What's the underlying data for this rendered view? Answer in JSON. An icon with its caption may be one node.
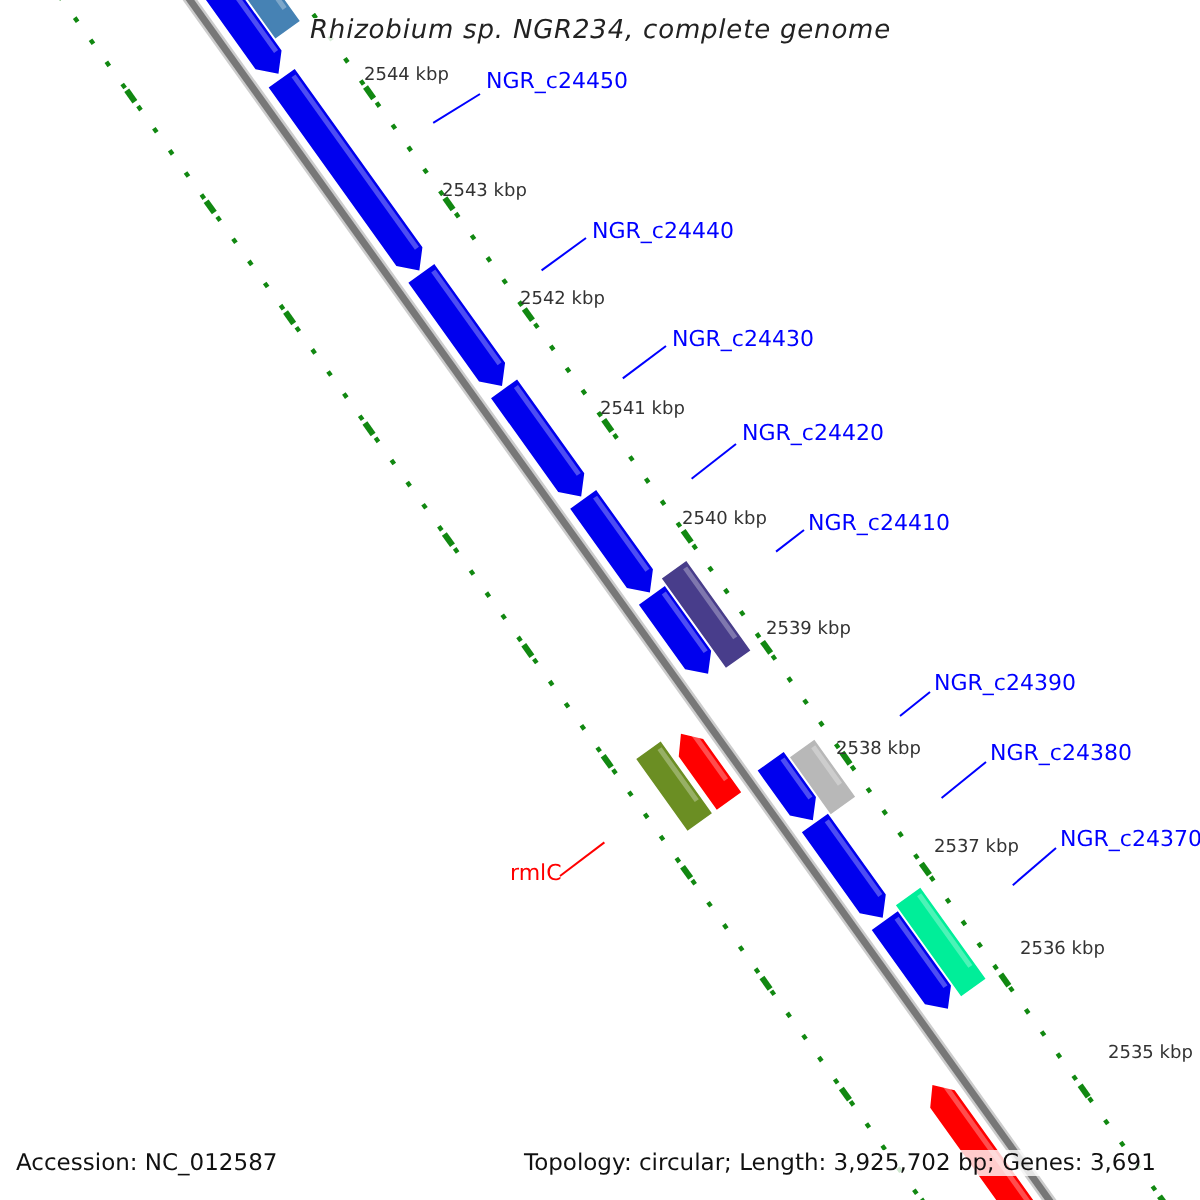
{
  "diagram": {
    "title": "Rhizobium sp. NGR234, complete genome",
    "nodes": [
      {
        "text": [
          "NGR_c24450"
        ]
      },
      {
        "text": [
          "NGR_c24440"
        ]
      },
      {
        "text": [
          "NGR_c24430"
        ]
      },
      {
        "text": [
          "NGR_c24420"
        ]
      },
      {
        "text": [
          "NGR_c24410"
        ]
      },
      {
        "text": [
          "NGR_c24390"
        ]
      },
      {
        "text": [
          "NGR_c24380"
        ]
      },
      {
        "text": [
          "NGR_c24370"
        ]
      },
      {
        "text": [
          "rmlC"
        ]
      }
    ],
    "edges": [
      {
        "from": 0,
        "to": null,
        "arrow": "none"
      },
      {
        "from": 1,
        "to": null,
        "arrow": "none"
      },
      {
        "from": 2,
        "to": null,
        "arrow": "none"
      },
      {
        "from": 3,
        "to": null,
        "arrow": "none"
      },
      {
        "from": 4,
        "to": null,
        "arrow": "none"
      },
      {
        "from": 5,
        "to": null,
        "arrow": "none"
      },
      {
        "from": 6,
        "to": null,
        "arrow": "none"
      },
      {
        "from": 7,
        "to": null,
        "arrow": "none"
      },
      {
        "from": 8,
        "to": null,
        "arrow": "none",
        "color": "#ff0000"
      }
    ],
    "labels": [
      "2544 kbp",
      "2543 kbp",
      "2542 kbp",
      "2541 kbp",
      "2540 kbp",
      "2539 kbp",
      "2538 kbp",
      "2537 kbp",
      "2536 kbp",
      "2535 kbp",
      "Accession: NC_012587",
      "Topology: circular; Length: 3,925,702 bp; Genes: 3,691"
    ]
  }
}
